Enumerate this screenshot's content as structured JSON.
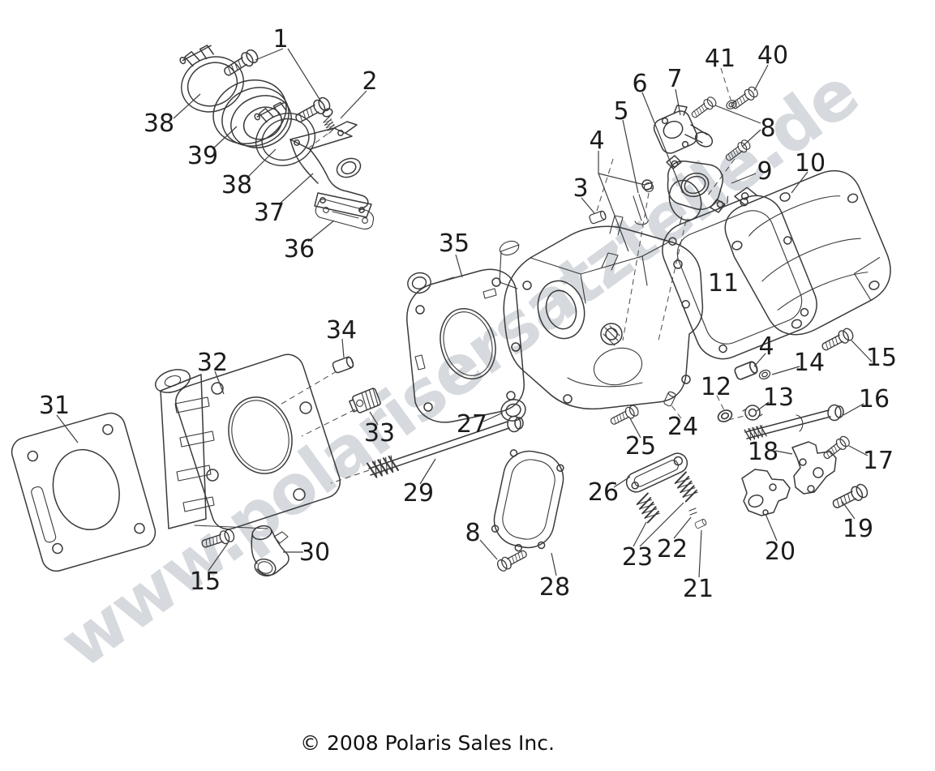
{
  "watermark": {
    "text": "www.polarisersatzteile.de"
  },
  "footer": {
    "copyright": "© 2008 Polaris Sales Inc."
  },
  "callouts": [
    {
      "n": "1"
    },
    {
      "n": "2"
    },
    {
      "n": "38"
    },
    {
      "n": "39"
    },
    {
      "n": "38"
    },
    {
      "n": "37"
    },
    {
      "n": "36"
    },
    {
      "n": "35"
    },
    {
      "n": "41"
    },
    {
      "n": "40"
    },
    {
      "n": "7"
    },
    {
      "n": "6"
    },
    {
      "n": "5"
    },
    {
      "n": "8"
    },
    {
      "n": "4"
    },
    {
      "n": "9"
    },
    {
      "n": "10"
    },
    {
      "n": "3"
    },
    {
      "n": "11"
    },
    {
      "n": "34"
    },
    {
      "n": "32"
    },
    {
      "n": "31"
    },
    {
      "n": "4"
    },
    {
      "n": "14"
    },
    {
      "n": "15"
    },
    {
      "n": "12"
    },
    {
      "n": "13"
    },
    {
      "n": "16"
    },
    {
      "n": "27"
    },
    {
      "n": "24"
    },
    {
      "n": "33"
    },
    {
      "n": "25"
    },
    {
      "n": "18"
    },
    {
      "n": "17"
    },
    {
      "n": "29"
    },
    {
      "n": "26"
    },
    {
      "n": "30"
    },
    {
      "n": "8"
    },
    {
      "n": "23"
    },
    {
      "n": "22"
    },
    {
      "n": "20"
    },
    {
      "n": "19"
    },
    {
      "n": "15"
    },
    {
      "n": "28"
    },
    {
      "n": "21"
    }
  ]
}
